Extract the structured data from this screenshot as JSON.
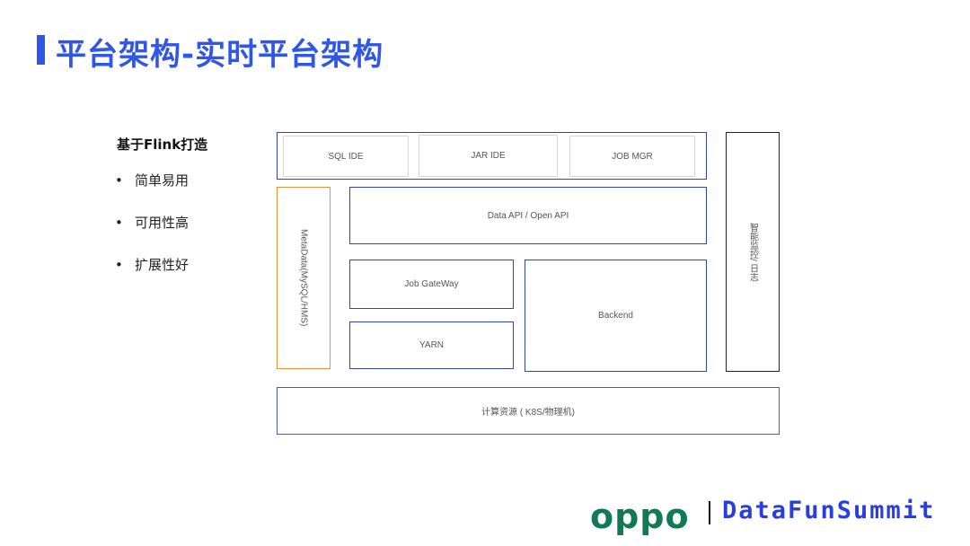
{
  "slide": {
    "title": "平台架构-实时平台架构",
    "subtitle": "基于Flink打造",
    "bullets": [
      "简单易用",
      "可用性高",
      "扩展性好"
    ]
  },
  "diagram": {
    "ide_row": [
      "SQL IDE",
      "JAR IDE",
      "JOB MGR"
    ],
    "metadata": "MetaData(MySQL/HMS)",
    "data_api": "Data API / Open API",
    "job_gateway": "Job GateWay",
    "yarn": "YARN",
    "backend": "Backend",
    "monitor": "智能监控/ 日志",
    "compute": "计算资源 ( K8S/物理机)"
  },
  "footer": {
    "brand": "oppo",
    "event": "DataFunSummit"
  },
  "colors": {
    "accent_blue": "#2f56e8",
    "box_blue": "#2c44b8",
    "metadata_orange": "#e8913a",
    "brand_green": "#0f7a53"
  }
}
